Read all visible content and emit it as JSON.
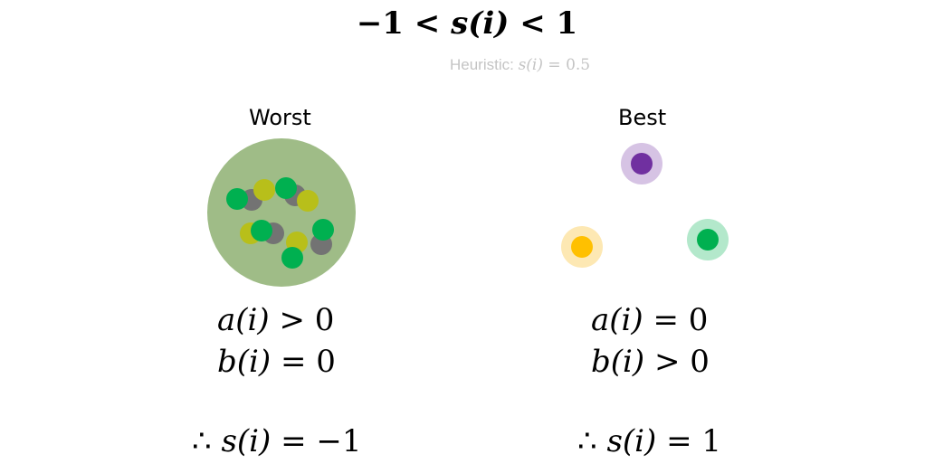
{
  "title": {
    "left": "−1 < ",
    "mid": "s(i)",
    "right": " < 1"
  },
  "heuristic": {
    "label": "Heuristic: ",
    "expr": "s(i)",
    "rest": " = 0.5"
  },
  "worst": {
    "label": "Worst",
    "a_fn": "a(i)",
    "a_rel": " > 0",
    "b_fn": "b(i)",
    "b_rel": " = 0",
    "therefore": "∴ ",
    "s_fn": "s(i)",
    "s_rel": " = −1",
    "cluster_color": "#9fbc87",
    "point_colors": [
      "#00b050",
      "#b8bf1a",
      "#737373"
    ]
  },
  "best": {
    "label": "Best",
    "a_fn": "a(i)",
    "a_rel": " = 0",
    "b_fn": "b(i)",
    "b_rel": " > 0",
    "therefore": "∴ ",
    "s_fn": "s(i)",
    "s_rel": " = 1",
    "clusters": [
      {
        "color": "#7030a0",
        "halo": "#d6c3e4"
      },
      {
        "color": "#ffc000",
        "halo": "#fde8b3"
      },
      {
        "color": "#00b050",
        "halo": "#b3e8cb"
      }
    ]
  }
}
